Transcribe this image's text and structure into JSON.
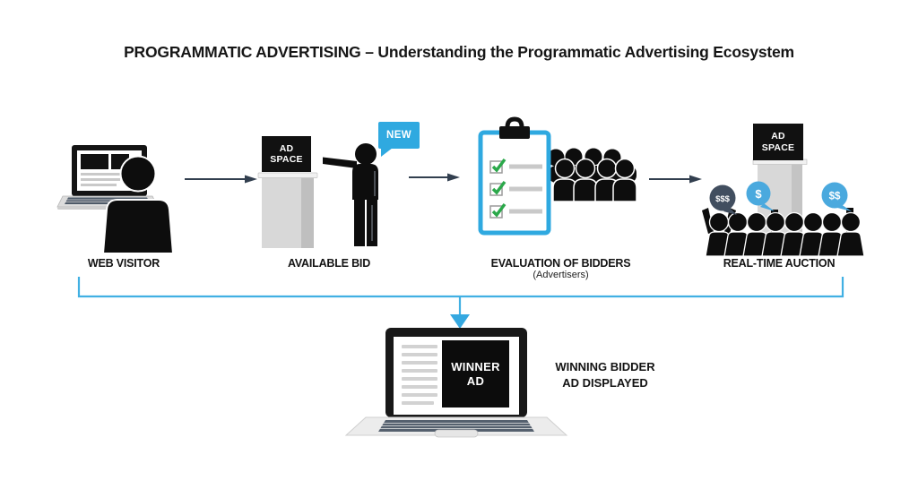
{
  "title": "PROGRAMMATIC ADVERTISING – Understanding the Programmatic Advertising Ecosystem",
  "steps": [
    {
      "id": "web-visitor",
      "label": "WEB VISITOR"
    },
    {
      "id": "available-bid",
      "label": "AVAILABLE BID",
      "sign_line1": "AD",
      "sign_line2": "SPACE",
      "bubble": "NEW"
    },
    {
      "id": "evaluation-of-bidders",
      "label": "EVALUATION OF BIDDERS",
      "sublabel": "(Advertisers)"
    },
    {
      "id": "real-time-auction",
      "label": "REAL-TIME AUCTION",
      "sign_line1": "AD",
      "sign_line2": "SPACE",
      "paddles": [
        "$$$",
        "$",
        "$$"
      ]
    }
  ],
  "result": {
    "ad_line1": "WINNER",
    "ad_line2": "AD",
    "caption_line1": "WINNING BIDDER",
    "caption_line2": "AD DISPLAYED"
  },
  "colors": {
    "accent_blue": "#2fa9e0",
    "bracket_blue": "#41b0e3",
    "paddle_blue": "#4aa9de",
    "paddle_dark": "#414e5f",
    "arrow_dark": "#323f4f",
    "check_green": "#2ba84a",
    "ink_black": "#0d0d0d"
  }
}
